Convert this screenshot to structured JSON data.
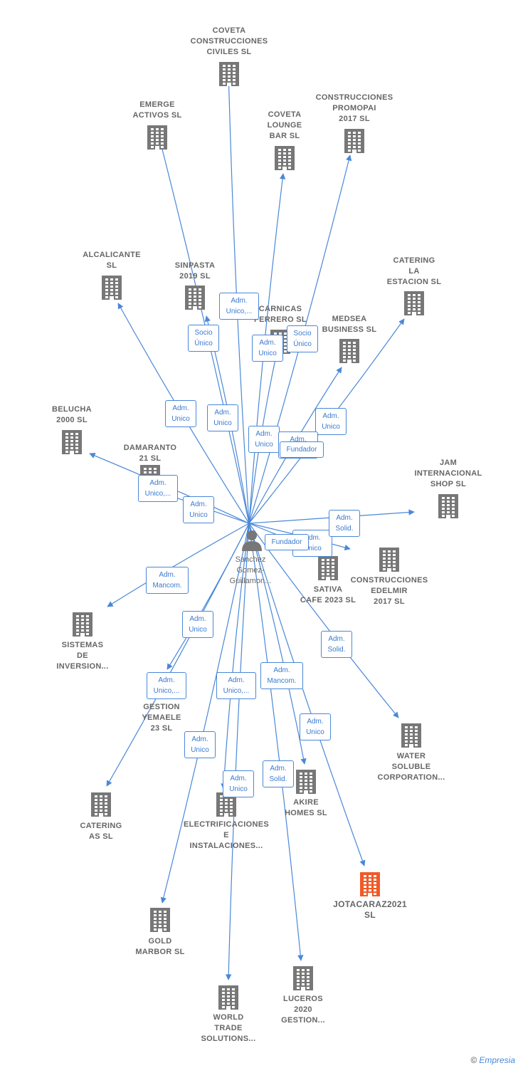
{
  "colors": {
    "edge": "#4a88d8",
    "building": "#777777",
    "building_target": "#f05a28",
    "person": "#777777"
  },
  "person": {
    "name_lines": [
      "Sanchez",
      "Gomez-",
      "Guillamon..."
    ],
    "icon": "person-icon"
  },
  "companies": [
    {
      "id": "coveta-construcciones",
      "lines": [
        "COVETA",
        "CONSTRUCCIONES",
        "CIVILES  SL"
      ],
      "icon": "building-icon"
    },
    {
      "id": "emerge-activos",
      "lines": [
        "EMERGE",
        "ACTIVOS  SL"
      ],
      "icon": "building-icon"
    },
    {
      "id": "coveta-lounge",
      "lines": [
        "COVETA",
        "LOUNGE",
        "BAR  SL"
      ],
      "icon": "building-icon"
    },
    {
      "id": "construcciones-promopai",
      "lines": [
        "CONSTRUCCIONES",
        "PROMOPAI",
        "2017  SL"
      ],
      "icon": "building-icon"
    },
    {
      "id": "alcalicante",
      "lines": [
        "ALCALICANTE",
        "SL"
      ],
      "icon": "building-icon"
    },
    {
      "id": "sinpasta",
      "lines": [
        "SINPASTA",
        "2019  SL"
      ],
      "icon": "building-icon"
    },
    {
      "id": "carnicas-ferrero",
      "lines": [
        "CARNICAS",
        "FERRERO SL"
      ],
      "icon": "building-icon"
    },
    {
      "id": "catering-la-estacion",
      "lines": [
        "CATERING",
        "LA",
        "ESTACION  SL"
      ],
      "icon": "building-icon"
    },
    {
      "id": "medsea-business",
      "lines": [
        "MEDSEA",
        "BUSINESS  SL"
      ],
      "icon": "building-icon"
    },
    {
      "id": "belucha",
      "lines": [
        "BELUCHA",
        "2000 SL"
      ],
      "icon": "building-icon"
    },
    {
      "id": "damaranto",
      "lines": [
        "DAMARANTO",
        "21  SL"
      ],
      "icon": "building-icon"
    },
    {
      "id": "jam-internacional",
      "lines": [
        "JAM",
        "INTERNACIONAL",
        "SHOP  SL"
      ],
      "icon": "building-icon"
    },
    {
      "id": "sativa-cafe",
      "lines": [
        "SATIVA",
        "CAFE 2023  SL"
      ],
      "icon": "building-icon"
    },
    {
      "id": "construcciones-edelmir",
      "lines": [
        "CONSTRUCCIONES",
        "EDELMIR",
        "2017  SL"
      ],
      "icon": "building-icon"
    },
    {
      "id": "sistemas-de-inversion",
      "lines": [
        "SISTEMAS",
        "DE",
        "INVERSION..."
      ],
      "icon": "building-icon"
    },
    {
      "id": "gestion-yemaele",
      "lines": [
        "GESTION",
        "YEMAELE",
        "23  SL"
      ],
      "icon": "building-icon"
    },
    {
      "id": "water-soluble",
      "lines": [
        "WATER",
        "SOLUBLE",
        "CORPORATION..."
      ],
      "icon": "building-icon"
    },
    {
      "id": "catering-as",
      "lines": [
        "CATERING",
        "AS  SL"
      ],
      "icon": "building-icon"
    },
    {
      "id": "electrificaciones",
      "lines": [
        "ELECTRIFICACIONES",
        "E",
        "INSTALACIONES..."
      ],
      "icon": "building-icon"
    },
    {
      "id": "akire-homes",
      "lines": [
        "AKIRE",
        "HOMES  SL"
      ],
      "icon": "building-icon"
    },
    {
      "id": "jotacaraz2021",
      "lines": [
        "JOTACARAZ2021",
        "SL"
      ],
      "icon": "building-icon",
      "highlight": true
    },
    {
      "id": "gold-marbor",
      "lines": [
        "GOLD",
        "MARBOR SL"
      ],
      "icon": "building-icon"
    },
    {
      "id": "world-trade",
      "lines": [
        "WORLD",
        "TRADE",
        "SOLUTIONS..."
      ],
      "icon": "building-icon"
    },
    {
      "id": "luceros-2020",
      "lines": [
        "LUCEROS",
        "2020",
        "GESTION..."
      ],
      "icon": "building-icon"
    }
  ],
  "roles": [
    {
      "id": "r1",
      "lines": [
        "Adm.",
        "Unico,..."
      ]
    },
    {
      "id": "r2",
      "lines": [
        "Socio",
        "Único"
      ]
    },
    {
      "id": "r3",
      "lines": [
        "Adm.",
        "Unico"
      ]
    },
    {
      "id": "r4",
      "lines": [
        "Socio",
        "Único"
      ]
    },
    {
      "id": "r5",
      "lines": [
        "Adm.",
        "Unico"
      ]
    },
    {
      "id": "r6",
      "lines": [
        "Adm.",
        "Unico"
      ]
    },
    {
      "id": "r7",
      "lines": [
        "Adm.",
        "Unico"
      ]
    },
    {
      "id": "r8",
      "lines": [
        "Adm.",
        "Unico"
      ]
    },
    {
      "id": "r9",
      "lines": [
        "Adm.",
        "Unico"
      ]
    },
    {
      "id": "r10",
      "lines": [
        "Adm.",
        "Unico"
      ]
    },
    {
      "id": "r11",
      "lines": [
        "Fundador"
      ]
    },
    {
      "id": "r12",
      "lines": [
        "Adm.",
        "Unico,..."
      ]
    },
    {
      "id": "r13",
      "lines": [
        "Adm.",
        "Unico"
      ]
    },
    {
      "id": "r14",
      "lines": [
        "Adm.",
        "Solid."
      ]
    },
    {
      "id": "r15",
      "lines": [
        "Fundador"
      ]
    },
    {
      "id": "r16",
      "lines": [
        "Adm.",
        "Unico,..."
      ]
    },
    {
      "id": "r17",
      "lines": [
        "Adm.",
        "Mancom."
      ]
    },
    {
      "id": "r18",
      "lines": [
        "Adm.",
        "Unico"
      ]
    },
    {
      "id": "r19",
      "lines": [
        "Adm.",
        "Unico,..."
      ]
    },
    {
      "id": "r20",
      "lines": [
        "Adm.",
        "Unico,..."
      ]
    },
    {
      "id": "r21",
      "lines": [
        "Adm.",
        "Mancom."
      ]
    },
    {
      "id": "r22",
      "lines": [
        "Adm.",
        "Solid."
      ]
    },
    {
      "id": "r23",
      "lines": [
        "Adm.",
        "Unico"
      ]
    },
    {
      "id": "r24",
      "lines": [
        "Adm.",
        "Unico"
      ]
    },
    {
      "id": "r25",
      "lines": [
        "Adm.",
        "Unico"
      ]
    },
    {
      "id": "r26",
      "lines": [
        "Adm.",
        "Solid."
      ]
    }
  ],
  "footer": {
    "copyright": "©",
    "brand": "Empresia"
  }
}
